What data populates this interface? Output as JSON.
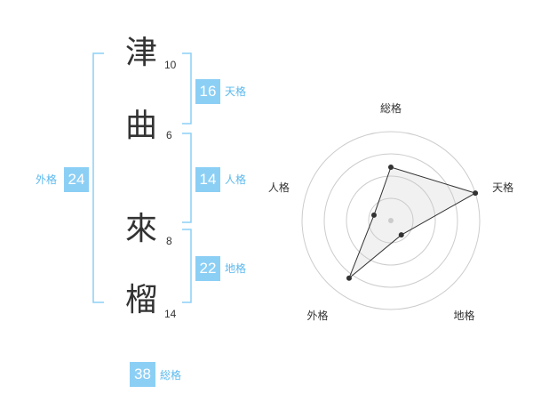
{
  "name": {
    "characters": [
      {
        "char": "津",
        "strokes": "10"
      },
      {
        "char": "曲",
        "strokes": "6"
      },
      {
        "char": "來",
        "strokes": "8"
      },
      {
        "char": "榴",
        "strokes": "14"
      }
    ]
  },
  "fortune": {
    "tenkaku": {
      "label": "天格",
      "value": "16"
    },
    "jinkaku": {
      "label": "人格",
      "value": "14"
    },
    "chikaku": {
      "label": "地格",
      "value": "22"
    },
    "gaikaku": {
      "label": "外格",
      "value": "24"
    },
    "soukaku": {
      "label": "総格",
      "value": "38"
    }
  },
  "colors": {
    "accent": "#8ccff5",
    "accent_text": "#5cb9ee",
    "bracket": "#8ccff5"
  },
  "chart_data": {
    "type": "radar",
    "axes": [
      "総格",
      "天格",
      "地格",
      "外格",
      "人格"
    ],
    "values": [
      3,
      5,
      1,
      4,
      1
    ],
    "rmax": 5,
    "rings": 4
  }
}
